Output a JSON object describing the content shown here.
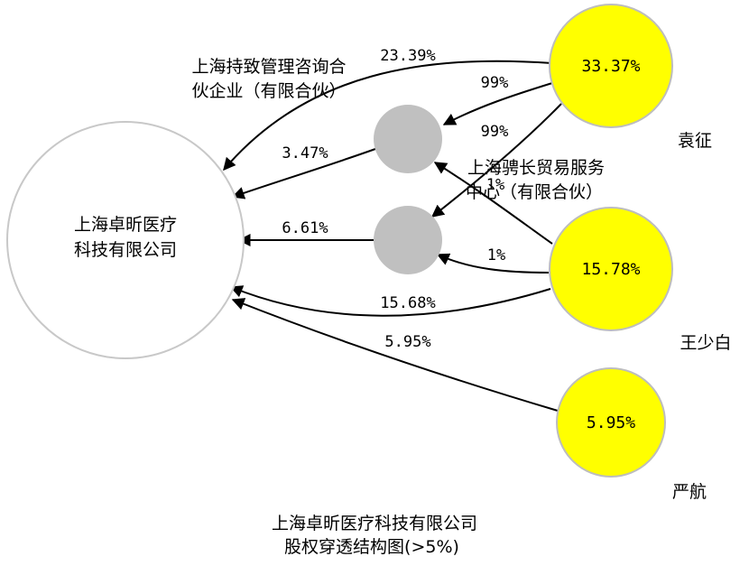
{
  "colors": {
    "shareholder_fill": "#ffff00",
    "shareholder_stroke": "#bdbdbd",
    "intermediary_fill": "#c0c0c0",
    "company_stroke": "#c8c8c8",
    "edge": "#000000"
  },
  "nodes": {
    "company": {
      "line1": "上海卓昕医疗",
      "line2": "科技有限公司"
    },
    "yuanzheng": {
      "name": "袁征",
      "pct": "33.37%"
    },
    "wangshaobai": {
      "name": "王少白",
      "pct": "15.78%"
    },
    "yanhang": {
      "name": "严航",
      "pct": "5.95%"
    },
    "chizhi": {
      "line1": "上海持致管理咨询合",
      "line2": "伙企业（有限合伙）"
    },
    "pinchang": {
      "line1": "上海骋长贸易服务",
      "line2": "中心（有限合伙）"
    }
  },
  "edges": {
    "chizhi_to_company": "23.39%",
    "yuan_to_chizhi": "99%",
    "chizhi_node_to_company": "3.47%",
    "yuan_to_pinchang": "99%",
    "wang_to_chizhi": "1%",
    "pinchang_to_company": "6.61%",
    "wang_to_pinchang": "1%",
    "wang_to_company": "15.68%",
    "yan_to_company": "5.95%"
  },
  "footer": {
    "line1": "上海卓昕医疗科技有限公司",
    "line2": "股权穿透结构图(>5%)"
  }
}
